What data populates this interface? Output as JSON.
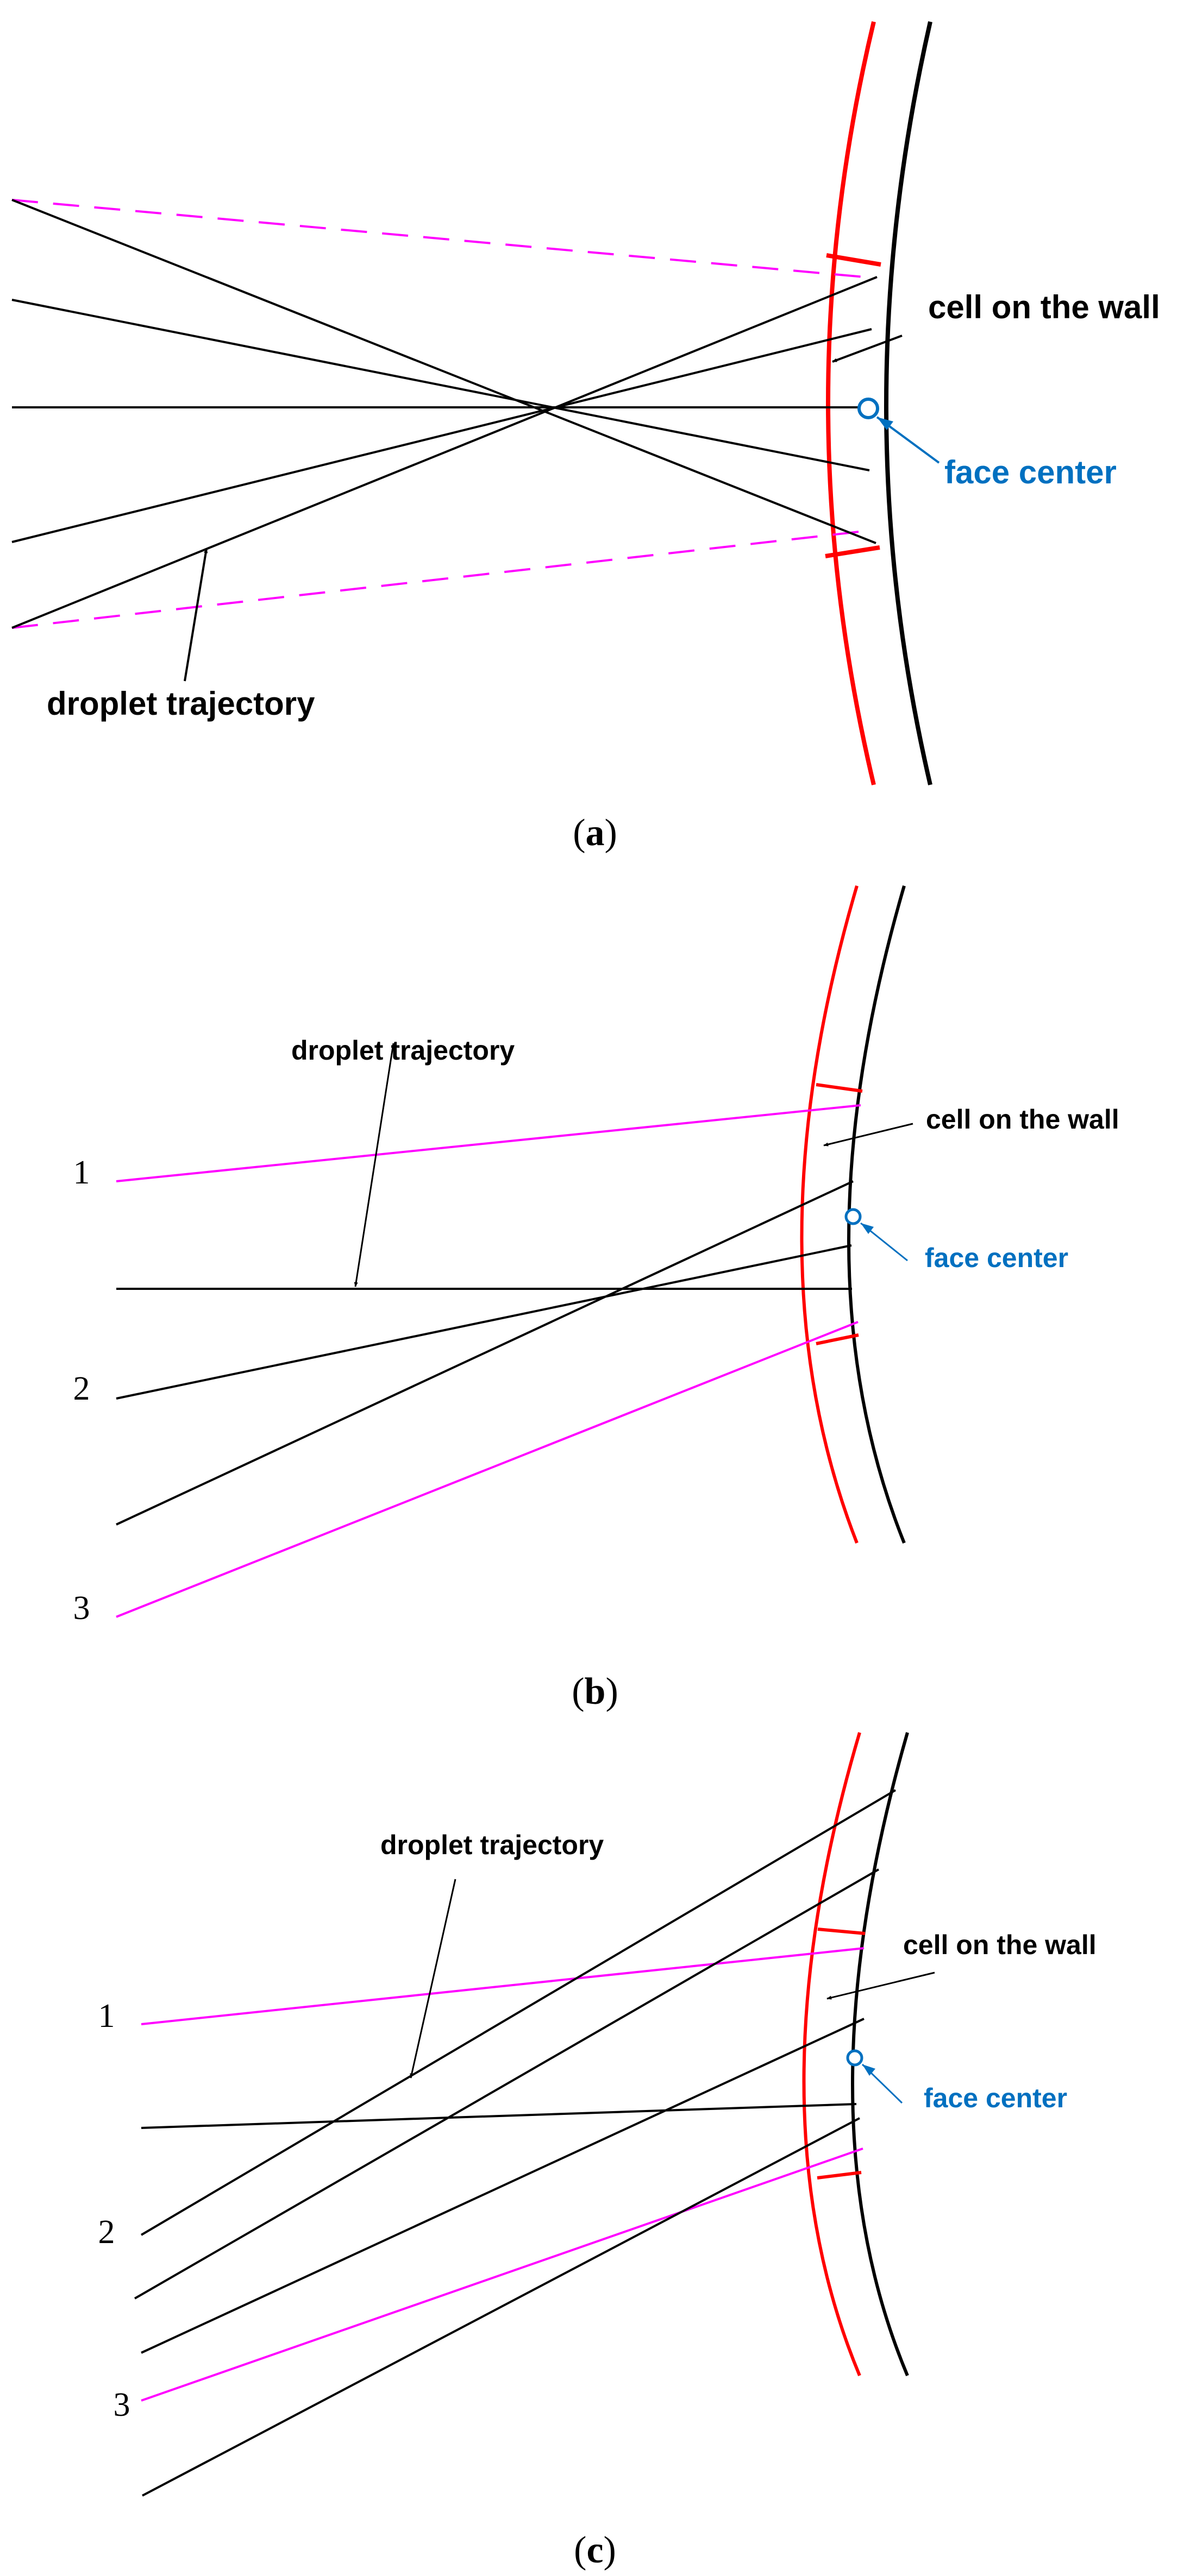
{
  "panels": [
    {
      "id": "a",
      "caption_letter": "a",
      "labels": {
        "cell_on_the_wall": "cell on the wall",
        "face_center": "face center",
        "droplet_trajectory": "droplet trajectory"
      }
    },
    {
      "id": "b",
      "caption_letter": "b",
      "labels": {
        "cell_on_the_wall": "cell on the wall",
        "face_center": "face center",
        "droplet_trajectory": "droplet trajectory"
      },
      "numbers": [
        "1",
        "2",
        "3"
      ]
    },
    {
      "id": "c",
      "caption_letter": "c",
      "labels": {
        "cell_on_the_wall": "cell on the wall",
        "face_center": "face center",
        "droplet_trajectory": "droplet trajectory"
      },
      "numbers": [
        "1",
        "2",
        "3"
      ]
    }
  ],
  "colors": {
    "wall_cell": "#ff0000",
    "wall": "#000000",
    "boundary_trajectory": "#ff00ff",
    "face_center": "#0070c0"
  }
}
